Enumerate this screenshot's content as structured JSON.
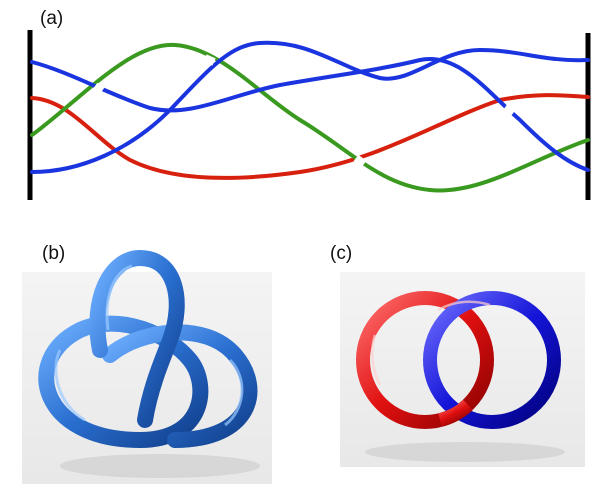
{
  "panels": {
    "a": {
      "label": "(a)",
      "strands": [
        {
          "name": "blue-strand-upper",
          "color": "#1a35e0"
        },
        {
          "name": "green-strand",
          "color": "#3a9a20"
        },
        {
          "name": "red-strand",
          "color": "#d8200e"
        },
        {
          "name": "blue-strand-lower",
          "color": "#1a35e0"
        }
      ]
    },
    "b": {
      "label": "(b)",
      "knot": "trefoil",
      "color": "#2a6fd0"
    },
    "c": {
      "label": "(c)",
      "link": "hopf",
      "colors": [
        "#e01010",
        "#1414d8"
      ]
    }
  }
}
